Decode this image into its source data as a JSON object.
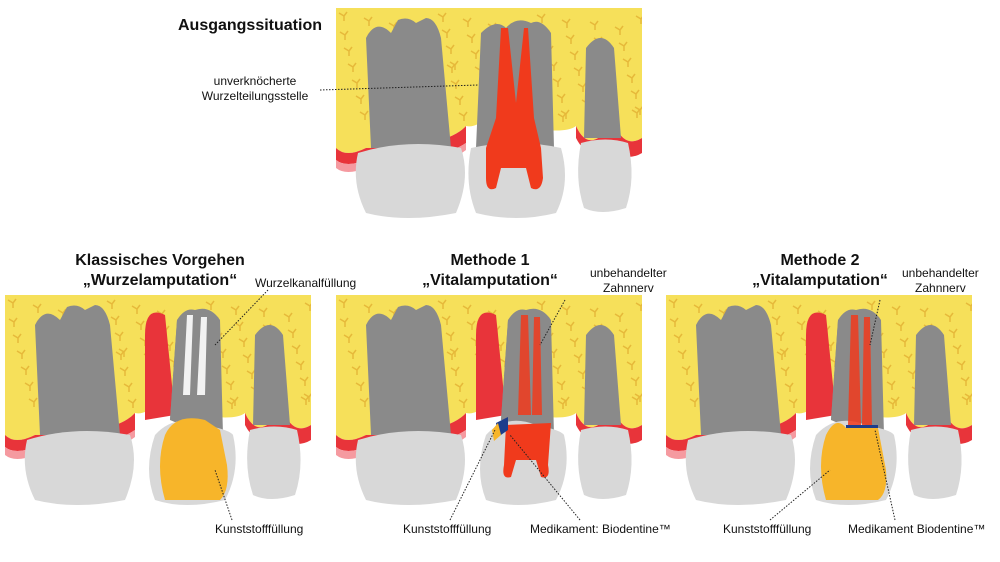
{
  "top": {
    "title": "Ausgangssituation",
    "label": "unverknöcherte\nWurzelteilungsstelle"
  },
  "panels": [
    {
      "title1": "Klassisches Vorgehen",
      "title2": "„Wurzelamputation“",
      "label_top": "Wurzelkanalfüllung",
      "label_bottom": "Kunststofffüllung"
    },
    {
      "title1": "Methode 1",
      "title2": "„Vitalamputation“",
      "label_top1": "unbehandelter",
      "label_top2": "Zahnnerv",
      "label_bottom_left": "Kunststofffüllung",
      "label_bottom_right": "Medikament: Biodentine™"
    },
    {
      "title1": "Methode 2",
      "title2": "„Vitalamputation“",
      "label_top1": "unbehandelter",
      "label_top2": "Zahnnerv",
      "label_bottom_left": "Kunststofffüllung",
      "label_bottom_right": "Medikament Biodentine™"
    }
  ],
  "colors": {
    "bone": "#f6e05a",
    "gum": "#e8343a",
    "gum_light": "#f59aa0",
    "tooth": "#8a8a8a",
    "crown": "#d8d8d8",
    "pulp": "#f03a1c",
    "filling": "#f7b52a",
    "medicament": "#1d3d8c"
  }
}
